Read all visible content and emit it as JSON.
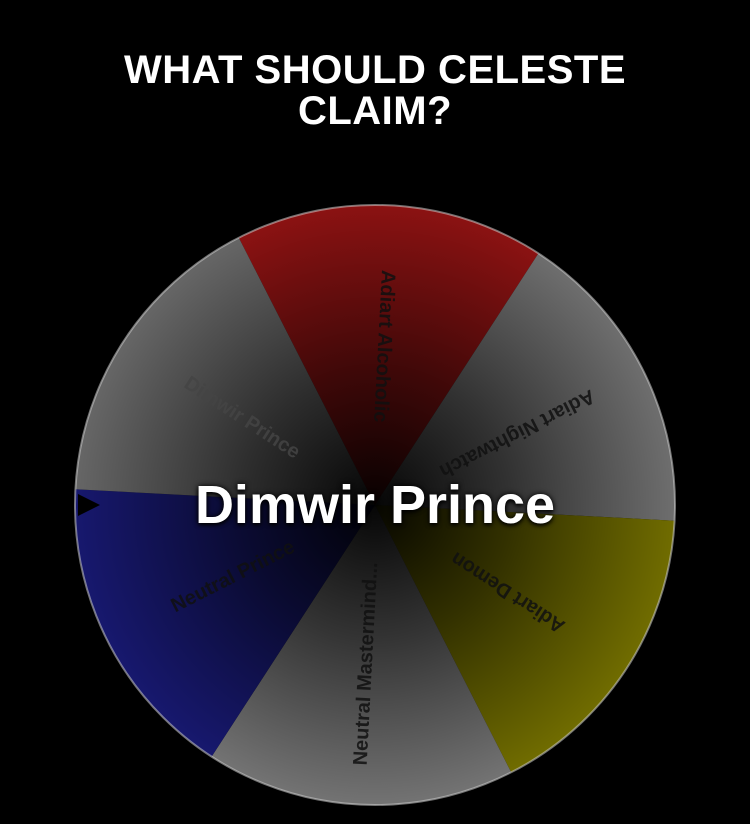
{
  "title": {
    "line1": "WHAT SHOULD CELESTE",
    "line2": "CLAIM?"
  },
  "wheel": {
    "segments": [
      {
        "label": "Adiart Alcoholic",
        "color": "#8b1212"
      },
      {
        "label": "Adiart Nightwatch",
        "color": "#6e6e6e"
      },
      {
        "label": "Adiart Demon",
        "color": "#706c00"
      },
      {
        "label": "Neutral Mastermind...",
        "color": "#737373"
      },
      {
        "label": "Neutral Prince",
        "color": "#17186e"
      },
      {
        "label": "Dimwir Prince",
        "color": "#666666"
      }
    ],
    "result": "Dimwir Prince",
    "pointer": "pointer-arrow-icon"
  }
}
